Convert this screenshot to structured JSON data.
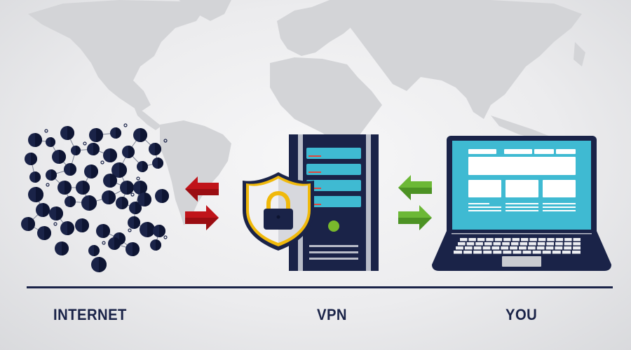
{
  "title": "Internet - VPN - You",
  "labels": {
    "internet": "INTERNET",
    "vpn": "VPN",
    "you": "YOU"
  },
  "icons": {
    "world_map": "world-map-icon",
    "network": "network-nodes-icon",
    "arrows_internet_vpn": "bidirectional-arrows-icon",
    "shield": "shield-lock-icon",
    "server": "server-tower-icon",
    "arrows_vpn_you": "bidirectional-arrows-icon",
    "laptop": "laptop-icon"
  },
  "colors": {
    "navy": "#1a2348",
    "map_gray": "#d3d4d7",
    "red_arrow": "#c0141a",
    "green_arrow": "#5aa52c",
    "cyan": "#3fbad2",
    "gold": "#f0b90b",
    "led_green": "#79b92c"
  }
}
